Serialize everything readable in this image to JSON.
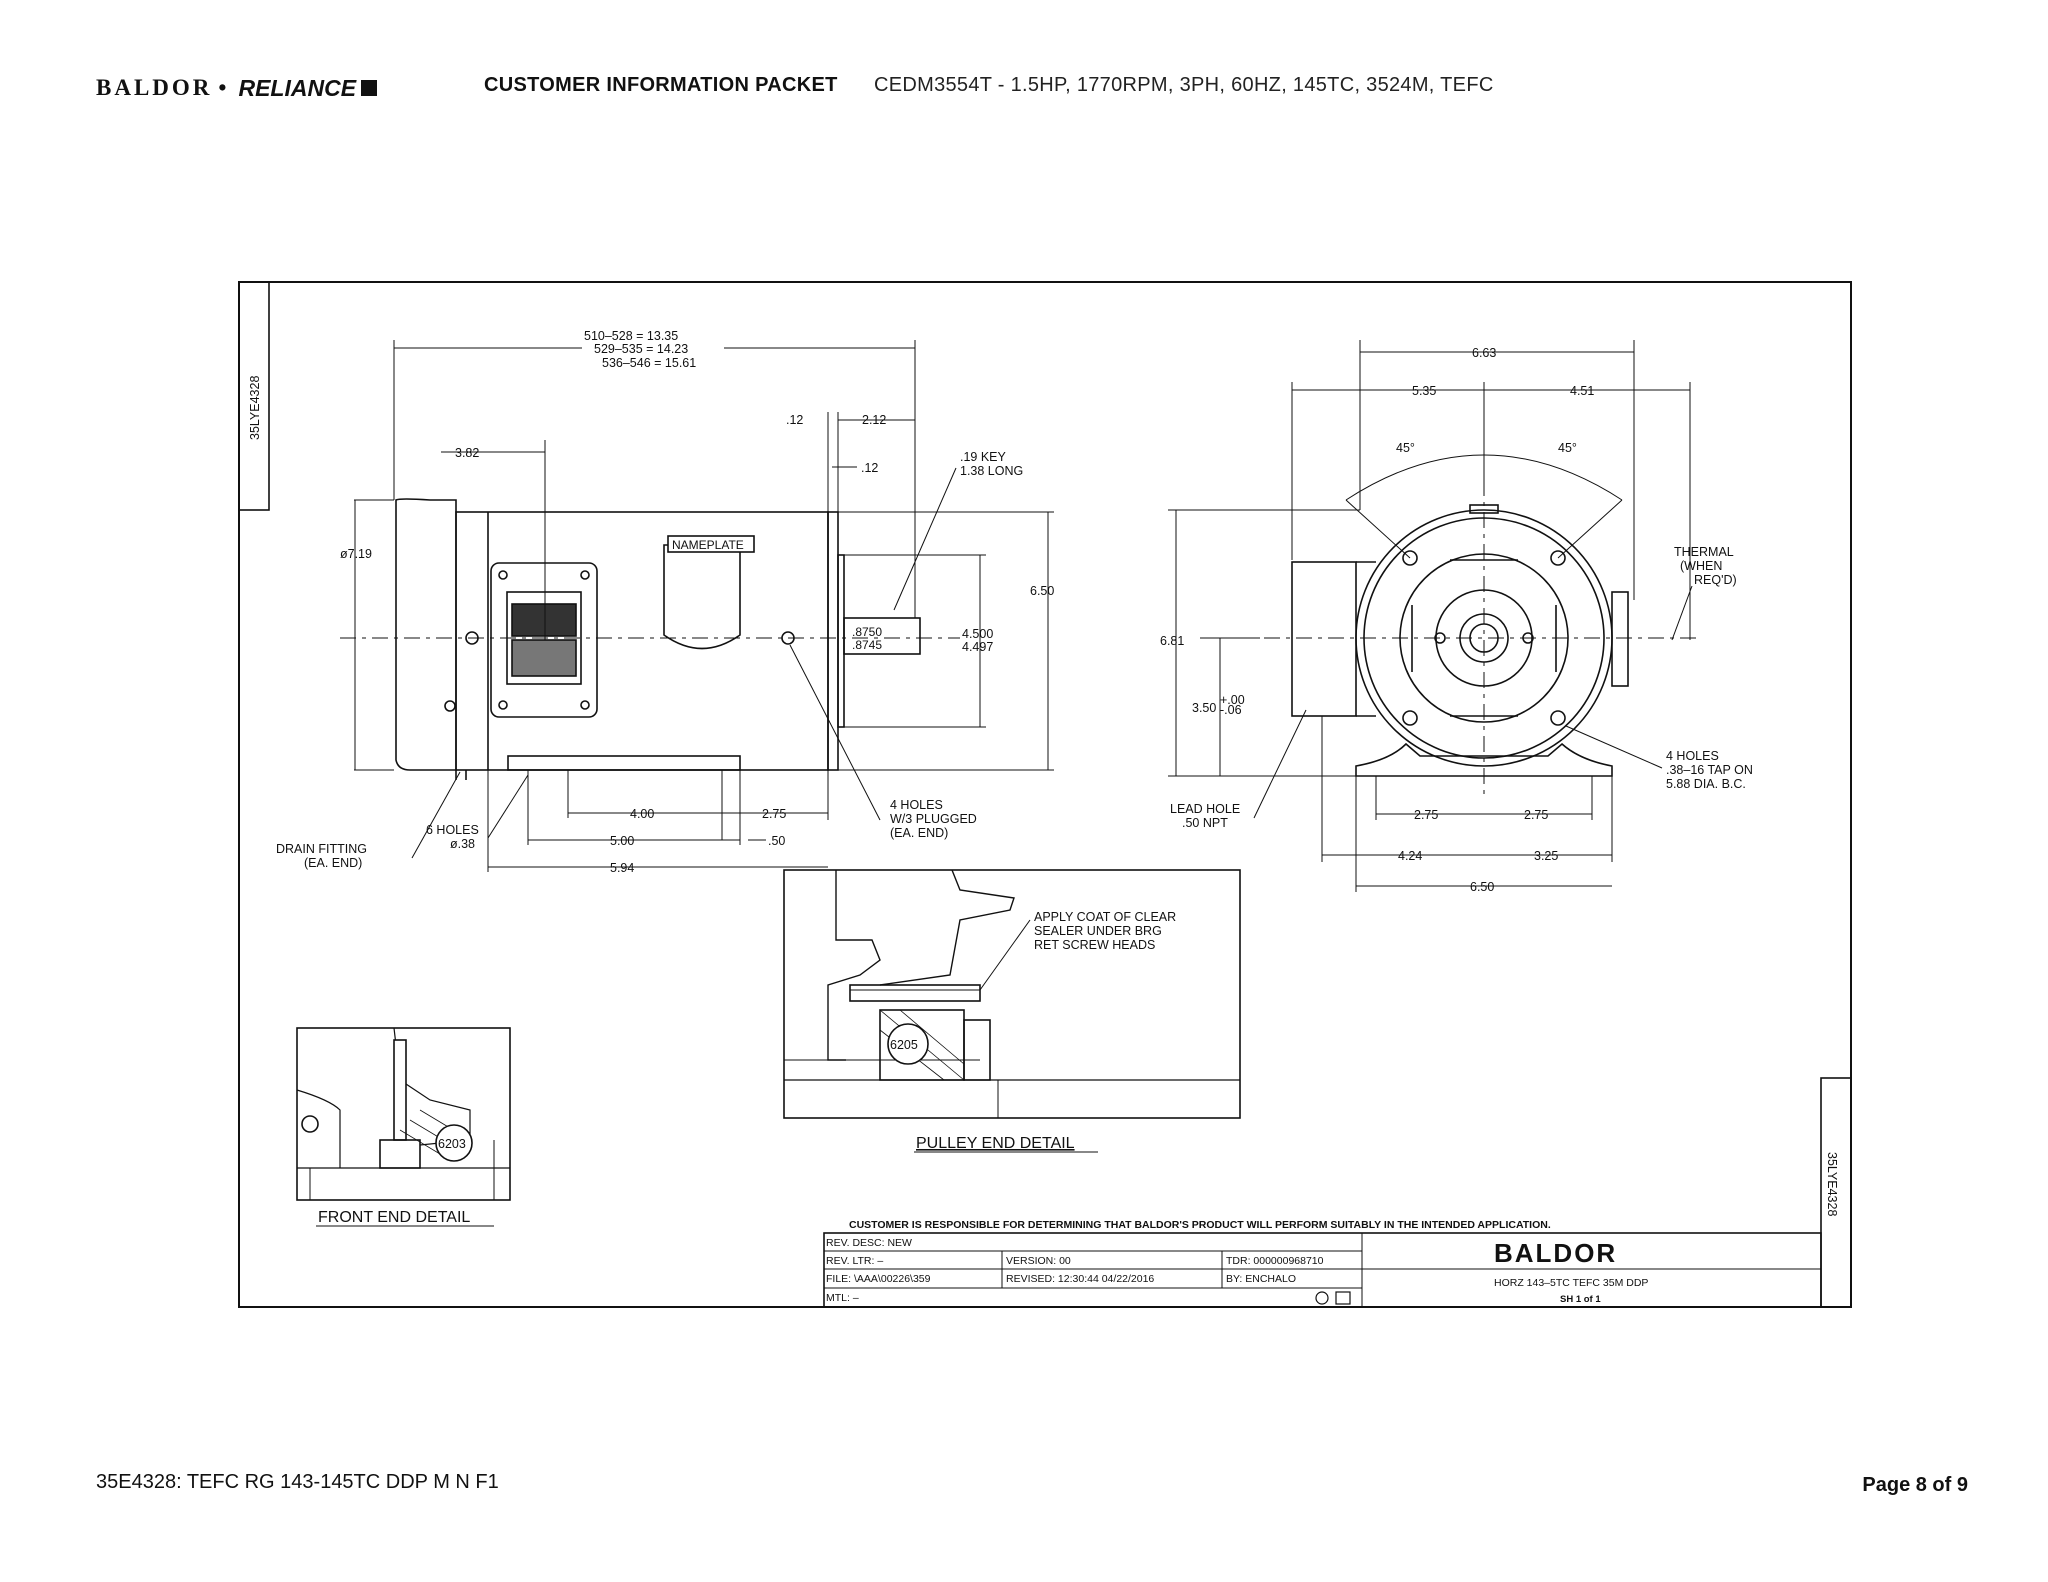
{
  "header": {
    "brand_left": "BALDOR",
    "brand_sep": "•",
    "brand_right": "RELIANCE",
    "packet_title": "CUSTOMER INFORMATION PACKET",
    "model_line": "CEDM3554T - 1.5HP, 1770RPM, 3PH, 60HZ, 145TC, 3524M, TEFC"
  },
  "footer": {
    "doc_id": "35E4328: TEFC RG 143-145TC DDP M N F1",
    "page": "Page 8 of 9"
  },
  "drawing": {
    "tag_left": "35LYE4328",
    "tag_right": "35LYE4328",
    "side_view": {
      "overall_1": "510–528 = 13.35",
      "overall_2": "529–535 = 14.23",
      "overall_3": "536–546 = 15.61",
      "d_382": "3.82",
      "d_012a": ".12",
      "d_212": "2.12",
      "d_012b": ".12",
      "key_1": ".19 KEY",
      "key_2": "1.38 LONG",
      "dia_719": "ø7.19",
      "nameplate": "NAMEPLATE",
      "shaft_1": ".8750",
      "shaft_2": ".8745",
      "pilot_1": "4.500",
      "pilot_2": "4.497",
      "d_650": "6.50",
      "d_400": "4.00",
      "d_275": "2.75",
      "d_500": "5.00",
      "d_050": ".50",
      "d_594": "5.94",
      "holes_4_1": "4 HOLES",
      "holes_4_2": "W/3 PLUGGED",
      "holes_4_3": "(EA. END)",
      "holes_6_1": "6 HOLES",
      "holes_6_2": "ø.38",
      "drain_1": "DRAIN FITTING",
      "drain_2": "(EA. END)"
    },
    "end_view": {
      "d_663": "6.63",
      "d_535": "5.35",
      "d_451": "4.51",
      "ang_1": "45°",
      "ang_2": "45°",
      "thermal_1": "THERMAL",
      "thermal_2": "(WHEN",
      "thermal_3": "REQ'D)",
      "d_681": "6.81",
      "d_350": "3.50",
      "tol_up": "+.00",
      "tol_dn": "-.06",
      "lead_1": "LEAD HOLE",
      "lead_2": ".50 NPT",
      "d_275a": "2.75",
      "d_275b": "2.75",
      "d_424": "4.24",
      "d_325": "3.25",
      "d_650b": "6.50",
      "tap_1": "4 HOLES",
      "tap_2": ".38–16 TAP ON",
      "tap_3": "5.88 DIA. B.C."
    },
    "details": {
      "sealer_1": "APPLY COAT OF CLEAR",
      "sealer_2": "SEALER UNDER BRG",
      "sealer_3": "RET SCREW HEADS",
      "brg_pulley": "6205",
      "pulley_label": "PULLEY END DETAIL",
      "brg_front": "6203",
      "front_label": "FRONT END DETAIL"
    },
    "title_block": {
      "disclaimer": "CUSTOMER IS RESPONSIBLE FOR DETERMINING THAT BALDOR'S PRODUCT WILL PERFORM SUITABLY IN THE INTENDED APPLICATION.",
      "rev_desc": "REV. DESC:  NEW",
      "rev_ltr": "REV. LTR:  –",
      "version": "VERSION: 00",
      "tdr": "TDR: 000000968710",
      "file": "FILE: \\AAA\\00226\\359",
      "revised": "REVISED: 12:30:44 04/22/2016",
      "by": "BY:  ENCHALO",
      "mtl": "MTL: –",
      "company": "BALDOR",
      "desc": "HORZ 143–5TC TEFC 35M DDP",
      "sheet": "SH 1 of 1"
    }
  }
}
